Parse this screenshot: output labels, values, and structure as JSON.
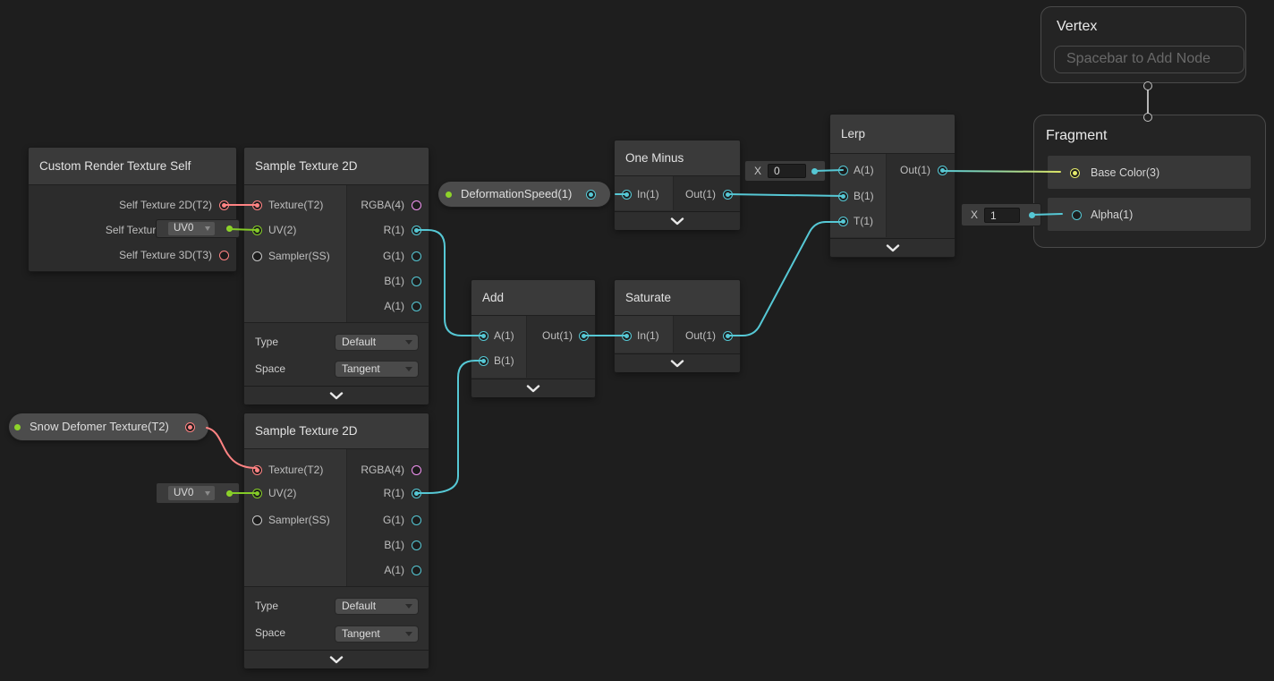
{
  "colors": {
    "background": "#1e1e1e",
    "wire_cyan": "#56c8d5",
    "wire_green": "#84cb27",
    "wire_pink": "#ff8383",
    "wire_yellow": "#dbe465",
    "port_magenta": "#f293f2",
    "port_yellow": "#e3e96b",
    "port_grey": "#c9c9c9",
    "stack_connector": "#b5b5b5"
  },
  "nodes": {
    "crts": {
      "title": "Custom Render Texture Self",
      "outputs": [
        "Self Texture 2D(T2)",
        "Self Texture Cube(TC)",
        "Self Texture 3D(T3)"
      ]
    },
    "sample_top": {
      "title": "Sample Texture 2D",
      "inputs": [
        "Texture(T2)",
        "UV(2)",
        "Sampler(SS)"
      ],
      "outputs": [
        "RGBA(4)",
        "R(1)",
        "G(1)",
        "B(1)",
        "A(1)"
      ],
      "type_label": "Type",
      "type_value": "Default",
      "space_label": "Space",
      "space_value": "Tangent",
      "uv_default": "UV0"
    },
    "sample_bottom": {
      "title": "Sample Texture 2D",
      "inputs": [
        "Texture(T2)",
        "UV(2)",
        "Sampler(SS)"
      ],
      "outputs": [
        "RGBA(4)",
        "R(1)",
        "G(1)",
        "B(1)",
        "A(1)"
      ],
      "type_label": "Type",
      "type_value": "Default",
      "space_label": "Space",
      "space_value": "Tangent",
      "uv_default": "UV0"
    },
    "one_minus": {
      "title": "One Minus",
      "input": "In(1)",
      "output": "Out(1)"
    },
    "add": {
      "title": "Add",
      "input_a": "A(1)",
      "input_b": "B(1)",
      "output": "Out(1)"
    },
    "saturate": {
      "title": "Saturate",
      "input": "In(1)",
      "output": "Out(1)"
    },
    "lerp": {
      "title": "Lerp",
      "input_a": "A(1)",
      "input_b": "B(1)",
      "input_t": "T(1)",
      "output": "Out(1)",
      "default_label": "X",
      "default_value": "0"
    }
  },
  "properties": {
    "deformation_speed": {
      "label": "DeformationSpeed(1)"
    },
    "snow_deformer_texture": {
      "label": "Snow Defomer Texture(T2)"
    }
  },
  "contexts": {
    "vertex": {
      "title": "Vertex",
      "placeholder": "Spacebar to Add Node"
    },
    "fragment": {
      "title": "Fragment",
      "base_color": "Base Color(3)",
      "alpha": "Alpha(1)",
      "default_label": "X",
      "default_value": "1"
    }
  }
}
